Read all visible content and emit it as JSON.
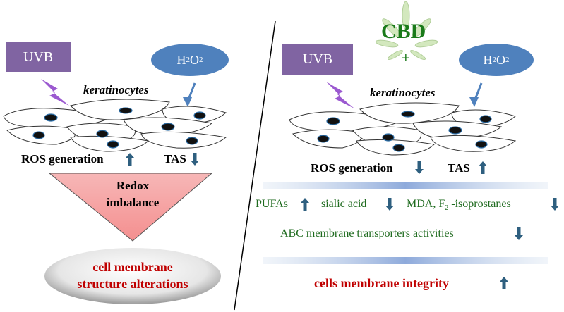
{
  "left": {
    "uvb": "UVB",
    "h2o2_main": "H",
    "h2o2_sub1": "2",
    "h2o2_o": "O",
    "h2o2_sub2": "2",
    "cells_label": "keratinocytes",
    "ros": "ROS generation",
    "tas": "TAS",
    "redox_line1": "Redox",
    "redox_line2": "imbalance",
    "outcome_line1": "cell membrane",
    "outcome_line2": "structure alterations"
  },
  "right": {
    "cbd": "CBD",
    "plus": "+",
    "uvb": "UVB",
    "h2o2_main": "H",
    "h2o2_sub1": "2",
    "h2o2_o": "O",
    "h2o2_sub2": "2",
    "cells_label": "keratinocytes",
    "ros": "ROS generation",
    "tas": "TAS",
    "pufas": "PUFAs",
    "sialic": "sialic acid",
    "mda_a": "MDA, F",
    "mda_sub": "2",
    "mda_b": " -isoprostanes",
    "abc": "ABC membrane transporters activities",
    "integrity": "cells membrane integrity"
  },
  "colors": {
    "uvb_box": "#8064a2",
    "h2o2_ellipse": "#4f81bd",
    "lightning": "#9b59d0",
    "arrow_up_down": "#2e5f7f",
    "triangle": "#f4a6a6",
    "outcome_text": "#c00000",
    "green_text": "#1f6b1f",
    "cbd_text": "#1a7a1a"
  },
  "icons": [
    "lightning-icon",
    "blue-arrow-icon",
    "up-arrow-icon",
    "down-arrow-icon",
    "cannabis-leaf-icon"
  ]
}
